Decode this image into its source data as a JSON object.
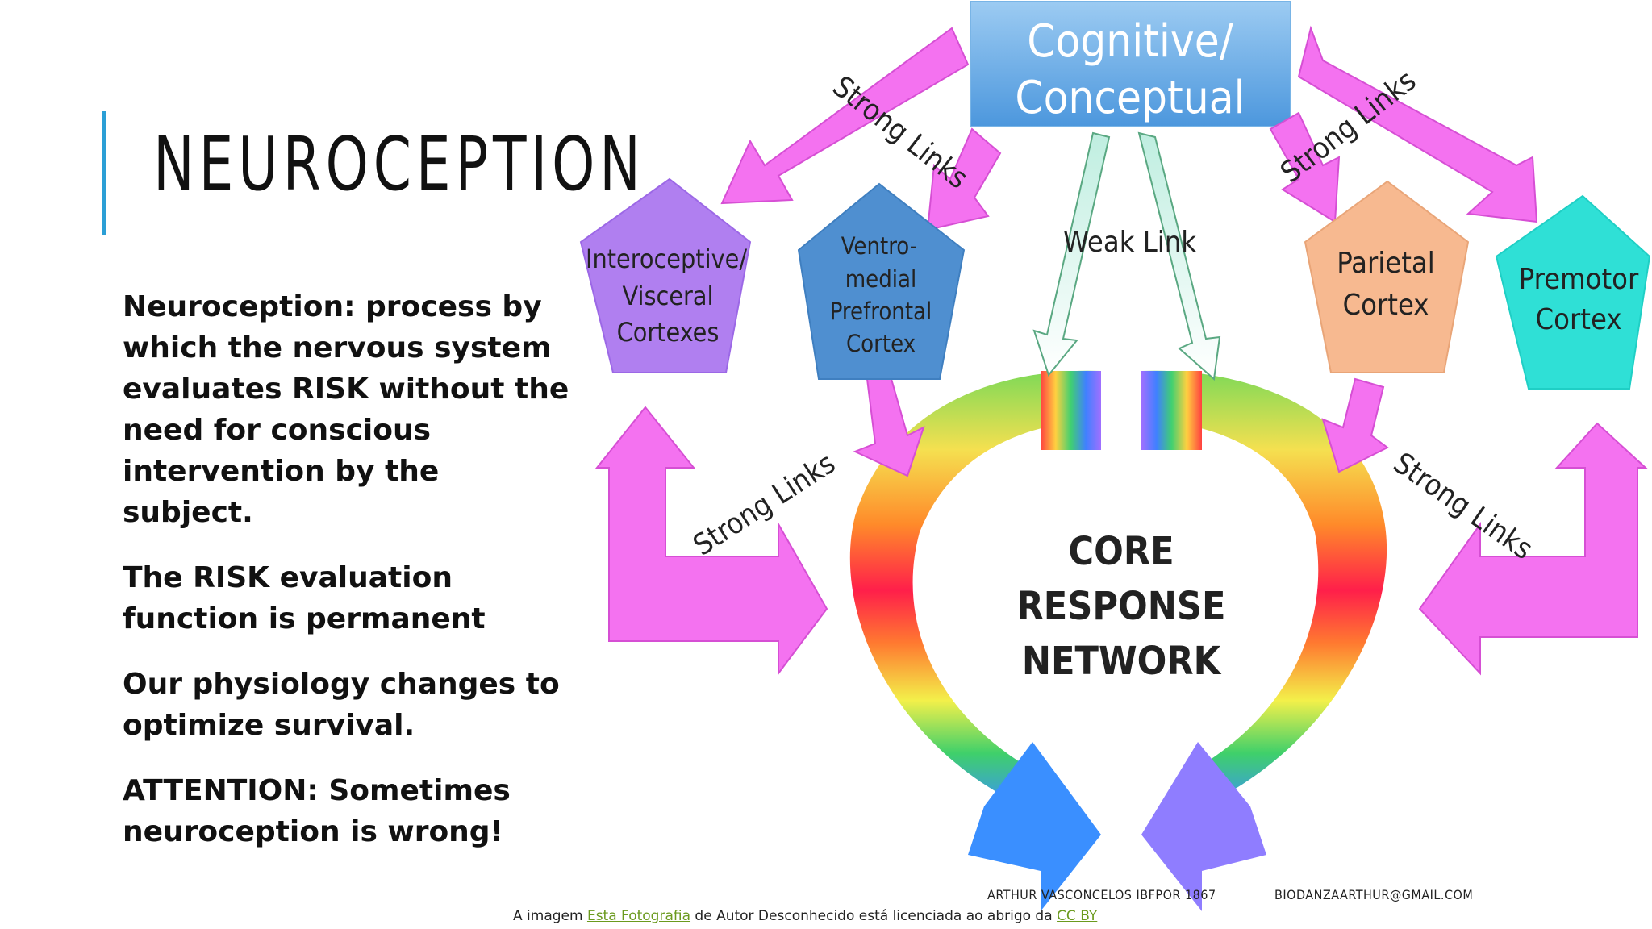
{
  "slide": {
    "title": "NEUROCEPTION",
    "paragraphs": [
      "Neuroception: process by which the nervous system evaluates RISK without the need for conscious intervention by the subject.",
      "The RISK evaluation function is permanent",
      "Our physiology changes to optimize survival.",
      "ATTENTION: Sometimes neuroception is wrong!"
    ]
  },
  "diagram": {
    "top_box": [
      "Cognitive/",
      "Conceptual"
    ],
    "interoceptive": [
      "Interoceptive/",
      "Visceral",
      "Cortexes"
    ],
    "ventromedial": [
      "Ventro-",
      "medial",
      "Prefrontal",
      "Cortex"
    ],
    "parietal": [
      "Parietal",
      "Cortex"
    ],
    "premotor": [
      "Premotor",
      "Cortex"
    ],
    "core": [
      "CORE",
      "RESPONSE",
      "NETWORK"
    ],
    "strong_links": "Strong Links",
    "weak_link": "Weak Link"
  },
  "footer": {
    "author": "ARTHUR VASCONCELOS IBFPOR 1867",
    "email": "BIODANZAARTHUR@GMAIL.COM",
    "attribution_pre": "A imagem ",
    "attribution_link": "Esta Fotografia",
    "attribution_mid": " de Autor Desconhecido está licenciada ao abrigo da ",
    "attribution_license": "CC BY"
  },
  "colors": {
    "accent": "#2b9fd6",
    "arrow_magenta": "#f472f0",
    "box_blue": "#5aa6e3",
    "interoceptive": "#b07ff0",
    "ventromedial": "#4f8fd0",
    "parietal": "#f7b990",
    "premotor": "#2fe0d6"
  }
}
